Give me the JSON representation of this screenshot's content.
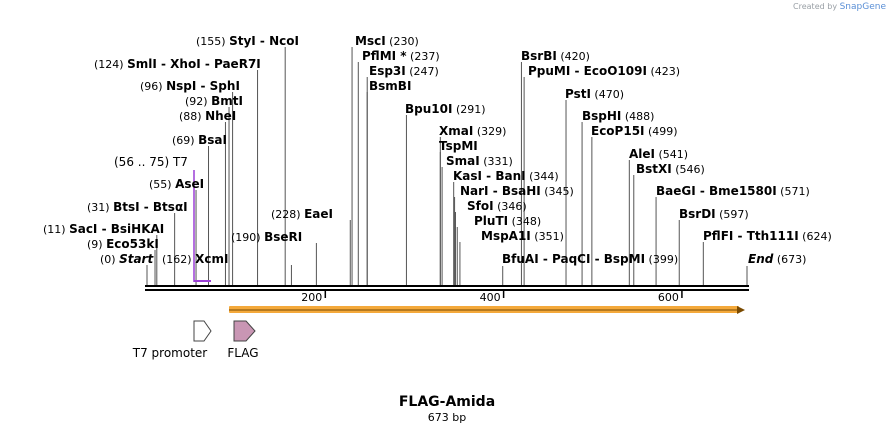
{
  "app": {
    "credit_prefix": "Created by",
    "credit_brand": "SnapGene"
  },
  "map": {
    "name": "FLAG-Amida",
    "length_label": "673 bp",
    "total_bp": 673,
    "tick_labels": [
      "200",
      "400",
      "600"
    ],
    "ticks": [
      200,
      400,
      600
    ],
    "left_sites": [
      {
        "pos": "(155)",
        "name": "StyI",
        "extra": "- NcoI",
        "bp": 155
      },
      {
        "pos": "(124)",
        "name": "SmlI",
        "extra": "- XhoI  - PaeR7I",
        "bp": 124
      },
      {
        "pos": "(96)",
        "name": "NspI",
        "extra": "- SphI",
        "bp": 96
      },
      {
        "pos": "(92)",
        "name": "BmtI",
        "extra": "",
        "bp": 92
      },
      {
        "pos": "(88)",
        "name": "NheI",
        "extra": "",
        "bp": 88
      },
      {
        "pos": "(69)",
        "name": "BsaI",
        "extra": "",
        "bp": 69
      },
      {
        "pos": "(55)",
        "name": "AseI",
        "extra": "",
        "bp": 55
      },
      {
        "pos": "(31)",
        "name": "BtsI",
        "extra": "- BtsαI",
        "bp": 31
      },
      {
        "pos": "(11)",
        "name": "SacI",
        "extra": "- BsiHKAI",
        "bp": 11
      },
      {
        "pos": "(9)",
        "name": "Eco53kI",
        "extra": "",
        "bp": 9
      },
      {
        "pos": "(0)",
        "name": "Start",
        "extra": "",
        "bp": 0
      }
    ],
    "feature_label": {
      "range": "(56 .. 75)",
      "name": "T7"
    },
    "mid_sites": [
      {
        "pos": "(228)",
        "name": "EaeI",
        "extra": "",
        "bp": 228
      },
      {
        "pos": "(190)",
        "name": "BseRI",
        "extra": "",
        "bp": 190
      },
      {
        "pos": "(162)",
        "name": "XcmI",
        "extra": "",
        "bp": 162
      }
    ],
    "right_sites": [
      {
        "name": "MscI",
        "pos": "(230)",
        "bp": 230
      },
      {
        "name": "PflMI *",
        "pos": "(237)",
        "bp": 237
      },
      {
        "name": "Esp3I",
        "pos": "(247)",
        "bp": 247
      },
      {
        "name": "BsmBI",
        "pos": "",
        "bp": 247
      },
      {
        "name": "Bpu10I",
        "pos": "(291)",
        "bp": 291
      },
      {
        "name": "XmaI",
        "pos": "(329)",
        "bp": 329
      },
      {
        "name": "TspMI",
        "pos": "",
        "bp": 329
      },
      {
        "name": "SmaI",
        "pos": "(331)",
        "bp": 331
      },
      {
        "name": "KasI  - BanI",
        "pos": "(344)",
        "bp": 344
      },
      {
        "name": "NarI  - BsaHI",
        "pos": "(345)",
        "bp": 345
      },
      {
        "name": "SfoI",
        "pos": "(346)",
        "bp": 346
      },
      {
        "name": "PluTI",
        "pos": "(348)",
        "bp": 348
      },
      {
        "name": "MspA1I",
        "pos": "(351)",
        "bp": 351
      },
      {
        "name": "BsrBI",
        "pos": "(420)",
        "bp": 420
      },
      {
        "name": "PpuMI  - EcoO109I",
        "pos": "(423)",
        "bp": 423
      },
      {
        "name": "PstI",
        "pos": "(470)",
        "bp": 470
      },
      {
        "name": "BspHI",
        "pos": "(488)",
        "bp": 488
      },
      {
        "name": "EcoP15I",
        "pos": "(499)",
        "bp": 499
      },
      {
        "name": "AleI",
        "pos": "(541)",
        "bp": 541
      },
      {
        "name": "BstXI",
        "pos": "(546)",
        "bp": 546
      },
      {
        "name": "BaeGI  - Bme1580I",
        "pos": "(571)",
        "bp": 571
      },
      {
        "name": "BsrDI",
        "pos": "(597)",
        "bp": 597
      },
      {
        "name": "PflFI  - Tth111I",
        "pos": "(624)",
        "bp": 624
      }
    ],
    "bottom_site": {
      "name": "BfuAI  - PaqCI  - BspMI",
      "pos": "(399)",
      "bp": 399
    },
    "end_site": {
      "name": "End",
      "pos": "(673)",
      "bp": 673
    },
    "features": [
      {
        "name": "T7 promoter",
        "type": "promoter",
        "start": 56,
        "end": 75,
        "color": "#ffffff"
      },
      {
        "name": "FLAG",
        "type": "CDS",
        "start": 97,
        "end": 120,
        "color": "#c996b4"
      }
    ],
    "orf_color": "#f4a93b",
    "feature_accent": "#9b3fd6"
  }
}
